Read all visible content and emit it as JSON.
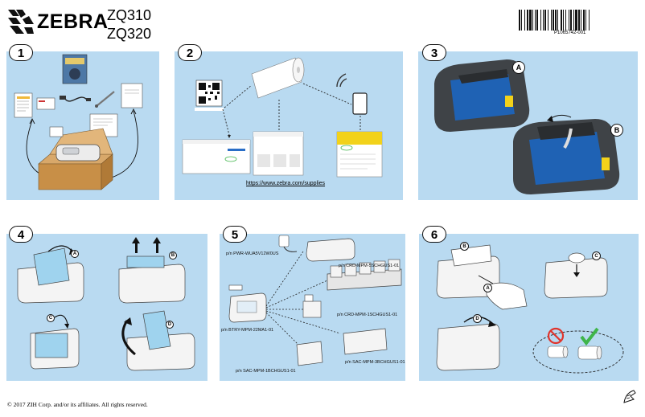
{
  "header": {
    "brand": "ZEBRA",
    "models": [
      "ZQ310",
      "ZQ320"
    ],
    "barcode_text": "P1065742-001"
  },
  "steps": [
    {
      "number": "1"
    },
    {
      "number": "2",
      "url": "https://www.zebra.com/supplies"
    },
    {
      "number": "3",
      "callouts": [
        "A",
        "B"
      ]
    },
    {
      "number": "4",
      "callouts": [
        "A",
        "B",
        "C",
        "D"
      ]
    },
    {
      "number": "5",
      "parts": [
        "p/n PWR-WUA5V12W0US",
        "p/n CRD-MPM-5SCHGUS1-01",
        "p/n CRD-MPM-1SCHGUS1-01",
        "p/n BTRY-MPM-22MA1-01",
        "p/n SAC-MPM-1BCHGUS1-01",
        "p/n SAC-MPM-3BCHGUS1-01"
      ]
    },
    {
      "number": "6",
      "callouts": [
        "B",
        "C",
        "A",
        "D"
      ]
    }
  ],
  "footer": {
    "copyright": "© 2017  ZIH Corp. and/or its affiliates. All rights reserved."
  },
  "colors": {
    "panel": "#b9daf1",
    "printer_body": "#3f4347",
    "printer_blue": "#1f62b4",
    "accent_yellow": "#f2d21b",
    "ok_green": "#3fb54a",
    "no_red": "#e0342c"
  }
}
